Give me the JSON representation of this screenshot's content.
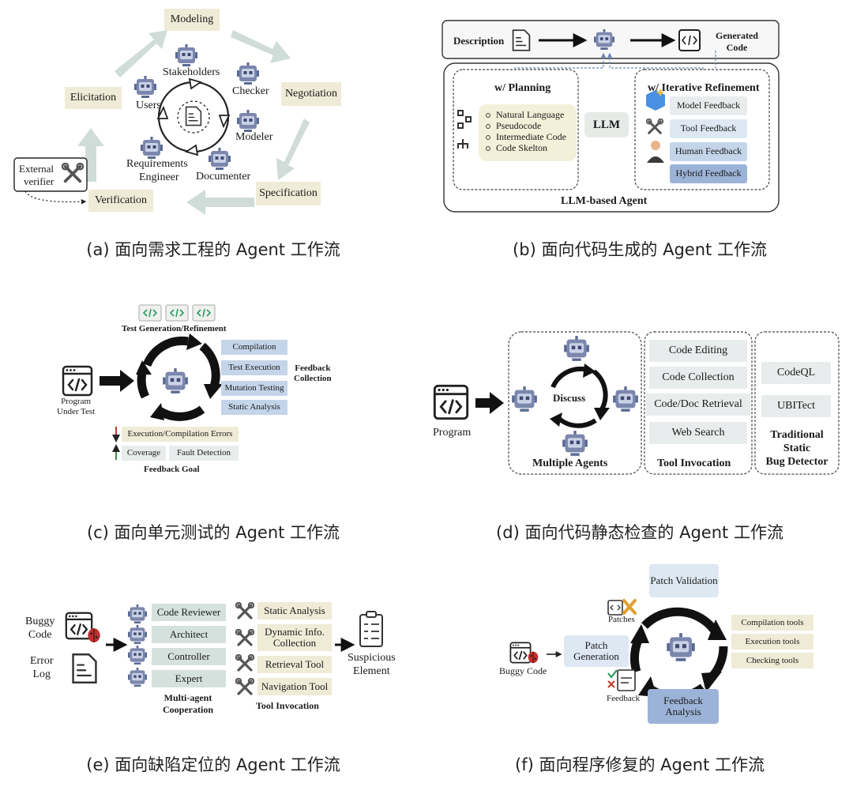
{
  "captions": {
    "a": "(a) 面向需求工程的 Agent 工作流",
    "b": "(b) 面向代码生成的 Agent 工作流",
    "c": "(c) 面向单元测试的 Agent 工作流",
    "d": "(d) 面向代码静态检查的 Agent 工作流",
    "e": "(e) 面向缺陷定位的 Agent 工作流",
    "f": "(f) 面向程序修复的 Agent 工作流"
  },
  "panel_a": {
    "stages": [
      "Modeling",
      "Negotiation",
      "Specification",
      "Verification",
      "Elicitation"
    ],
    "external_verifier": [
      "External",
      "verifier"
    ],
    "roles": [
      "Stakeholders",
      "Checker",
      "Modeler",
      "Documenter",
      "Requirements",
      "Engineer",
      "Users"
    ]
  },
  "panel_b": {
    "description": "Description",
    "generated_code": [
      "Generated",
      "Code"
    ],
    "planning_title": "w/ Planning",
    "planning_items": [
      "Natural Language",
      "Pseudocode",
      "Intermediate Code",
      "Code Skelton"
    ],
    "llm": "LLM",
    "refinement_title": "w/ Iterative Refinement",
    "feedback_items": [
      "Model Feedback",
      "Tool Feedback",
      "Human Feedback",
      "Hybrid Feedback"
    ],
    "agent_label": "LLM-based Agent"
  },
  "panel_c": {
    "test_gen": "Test Generation/Refinement",
    "program": [
      "Program",
      "Under Test"
    ],
    "collection_items": [
      "Compilation",
      "Test Execution",
      "Mutation Testing",
      "Static Analysis"
    ],
    "feedback_collection": [
      "Feedback",
      "Collection"
    ],
    "errors": "Execution/Compilation Errors",
    "coverage": "Coverage",
    "fault_detection": "Fault Detection",
    "feedback_goal": "Feedback Goal"
  },
  "panel_d": {
    "program": "Program",
    "discuss": "Discuss",
    "multiple_agents": "Multiple Agents",
    "tools": [
      "Code Editing",
      "Code Collection",
      "Code/Doc Retrieval",
      "Web Search"
    ],
    "tool_invocation": "Tool Invocation",
    "detectors": [
      "CodeQL",
      "UBITect"
    ],
    "traditional": [
      "Traditional",
      "Static",
      "Bug Detector"
    ]
  },
  "panel_e": {
    "buggy_code": [
      "Buggy",
      "Code"
    ],
    "error_log": [
      "Error",
      "Log"
    ],
    "roles": [
      "Code Reviewer",
      "Architect",
      "Controller",
      "Expert"
    ],
    "cooperation": [
      "Multi-agent",
      "Cooperation"
    ],
    "tools": [
      "Static Analysis",
      "Dynamic Info. Collection",
      "Retrieval Tool",
      "Navigation Tool"
    ],
    "tool_invocation": "Tool Invocation",
    "suspicious": [
      "Suspicious",
      "Element"
    ]
  },
  "panel_f": {
    "patch_validation": "Patch Validation",
    "patches": "Patches",
    "patch_generation": "Patch Generation",
    "buggy_code": "Buggy Code",
    "feedback": "Feedback",
    "feedback_analysis": "Feedback Analysis",
    "tools": [
      "Compilation tools",
      "Execution tools",
      "Checking tools"
    ]
  }
}
